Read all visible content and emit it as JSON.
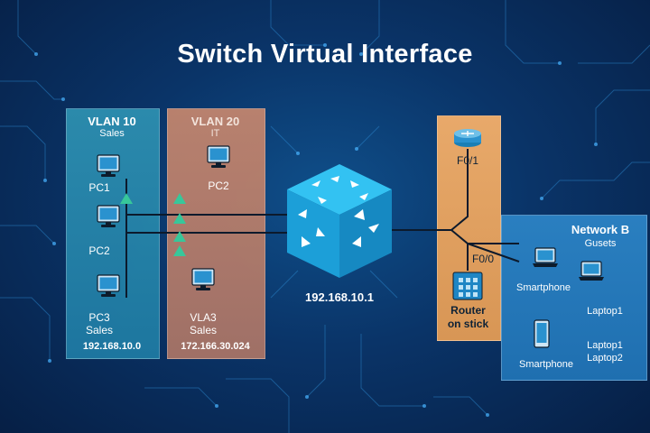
{
  "title": "Switch Virtual Interface",
  "vlan10": {
    "name": "VLAN 10",
    "dept": "Sales",
    "pcs": [
      "PC1",
      "PC2"
    ],
    "pc3_name": "PC3",
    "pc3_dept": "Sales",
    "subnet": "192.168.10.0"
  },
  "vlan20": {
    "name": "VLAN 20",
    "dept": "IT",
    "pc": "PC2",
    "vla3_name": "VLA3",
    "vla3_dept": "Sales",
    "subnet": "172.166.30.024"
  },
  "switch": {
    "ip": "192.168.10.1"
  },
  "router": {
    "port_top": "F0/1",
    "port_bottom": "F0/0",
    "label_line1": "Router",
    "label_line2": "on stick"
  },
  "network_b": {
    "title": "Network B",
    "subtitle": "Gusets",
    "devices": [
      "Smartphone",
      "Laptop1",
      "Smartphone"
    ],
    "laptops_line1": "Laptop1",
    "laptops_line2": "Laptop2"
  },
  "colors": {
    "background": "#0a3468",
    "vlan10": "#1f7aa3",
    "vlan20": "#a87467",
    "router_panel": "#d89655",
    "network_b": "#1f6fb0",
    "arrow": "#37c79a",
    "switch_face": "#1aa7df"
  }
}
